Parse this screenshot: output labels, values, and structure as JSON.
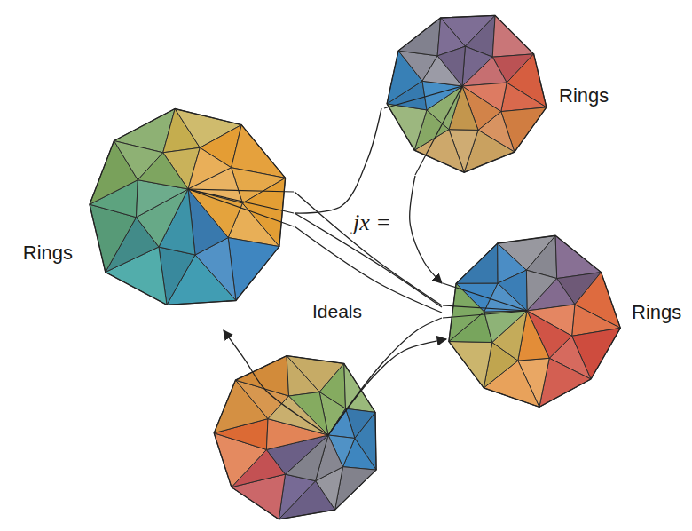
{
  "diagram": {
    "nodes": [
      {
        "text": [
          "Rings"
        ]
      },
      {
        "text": [
          "Rings"
        ]
      },
      {
        "text": [
          "Rings"
        ]
      }
    ],
    "edges": [
      {
        "from": 1,
        "to": 0,
        "arrow": "none"
      },
      {
        "from": 0,
        "to": 2,
        "arrow": "to"
      },
      {
        "from": 1,
        "to": 2,
        "arrow": "none",
        "label": "jx ="
      }
    ],
    "labels": [
      "Ideals"
    ]
  }
}
